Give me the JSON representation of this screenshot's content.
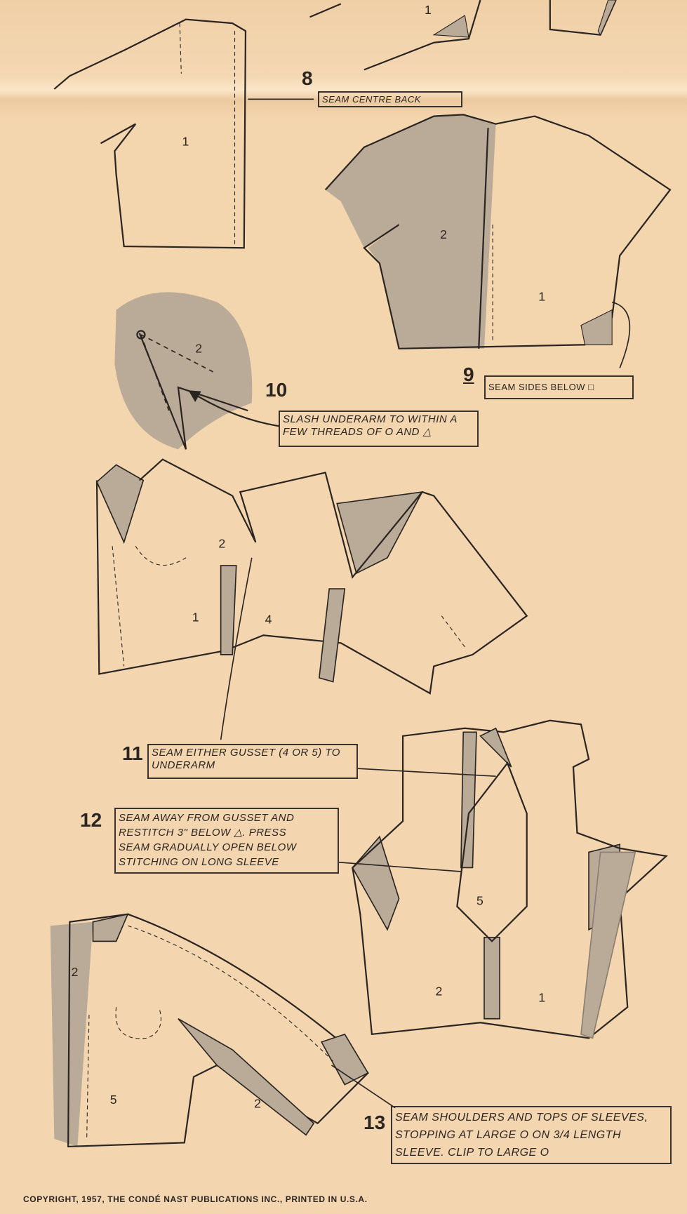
{
  "steps": [
    {
      "number": "8",
      "text": "SEAM CENTRE BACK"
    },
    {
      "number": "9",
      "text": "SEAM SIDES BELOW □"
    },
    {
      "number": "10",
      "text": "SLASH UNDERARM TO WITHIN A FEW THREADS OF O AND △"
    },
    {
      "number": "11",
      "text": "SEAM EITHER GUSSET (4 OR 5) TO UNDERARM"
    },
    {
      "number": "12",
      "text": "SEAM AWAY FROM GUSSET AND RESTITCH 3\" BELOW △. PRESS SEAM GRADUALLY OPEN BELOW STITCHING ON LONG SLEEVE"
    },
    {
      "number": "13",
      "text": "SEAM SHOULDERS AND TOPS OF SLEEVES, STOPPING AT LARGE O ON 3/4 LENGTH SLEEVE. CLIP TO LARGE O"
    }
  ],
  "piece_labels": [
    "1",
    "1",
    "2",
    "1",
    "2",
    "1",
    "4",
    "2",
    "5",
    "2",
    "1",
    "2",
    "5",
    "2"
  ],
  "copyright": "COPYRIGHT, 1957, THE CONDÉ NAST PUBLICATIONS INC., PRINTED IN U.S.A.",
  "colors": {
    "paper": "#f2d4ad",
    "shade": "#b9ab98",
    "ink": "#2b2522"
  }
}
